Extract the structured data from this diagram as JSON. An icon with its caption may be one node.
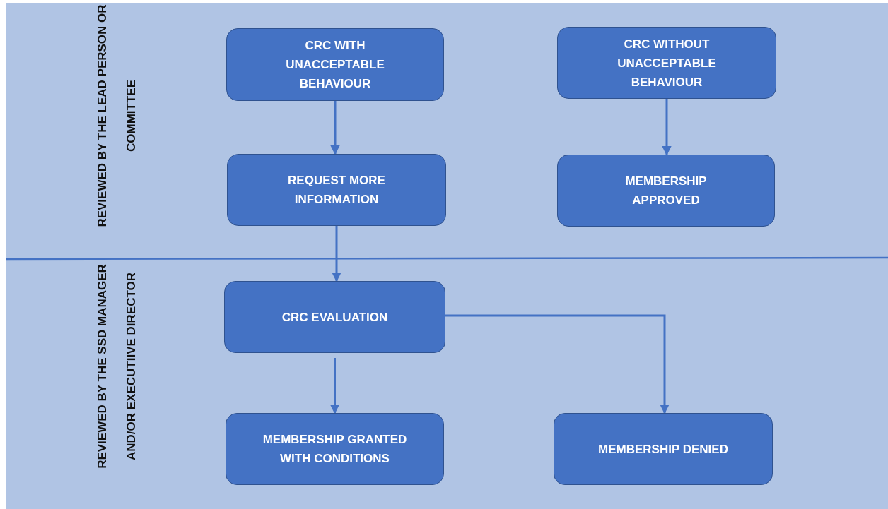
{
  "diagram": {
    "nodes": [
      {
        "text": [
          "CRC WITH UNACCEPTABLE BEHAVIOUR"
        ]
      },
      {
        "text": [
          "CRC WITHOUT UNACCEPTABLE BEHAVIOUR"
        ]
      },
      {
        "text": [
          "REQUEST MORE INFORMATION"
        ]
      },
      {
        "text": [
          "MEMBERSHIP APPROVED"
        ]
      },
      {
        "text": [
          "CRC EVALUATION"
        ]
      },
      {
        "text": [
          "MEMBERSHIP GRANTED WITH CONDITIONS"
        ]
      },
      {
        "text": [
          "MEMBERSHIP DENIED"
        ]
      }
    ],
    "edges": [
      {
        "from": 0,
        "to": 2,
        "arrow": "to"
      },
      {
        "from": 1,
        "to": 3,
        "arrow": "to"
      },
      {
        "from": 2,
        "to": 4,
        "arrow": "to"
      },
      {
        "from": 4,
        "to": 5,
        "arrow": "to"
      },
      {
        "from": 4,
        "to": 6,
        "arrow": "to"
      }
    ],
    "labels": [
      "REVIEWED BY THE LEAD PERSON OR COMMITTEE",
      "REVIEWED BY THE SSD MANAGER AND/OR EXECUTIIVE DIRECTOR"
    ]
  }
}
